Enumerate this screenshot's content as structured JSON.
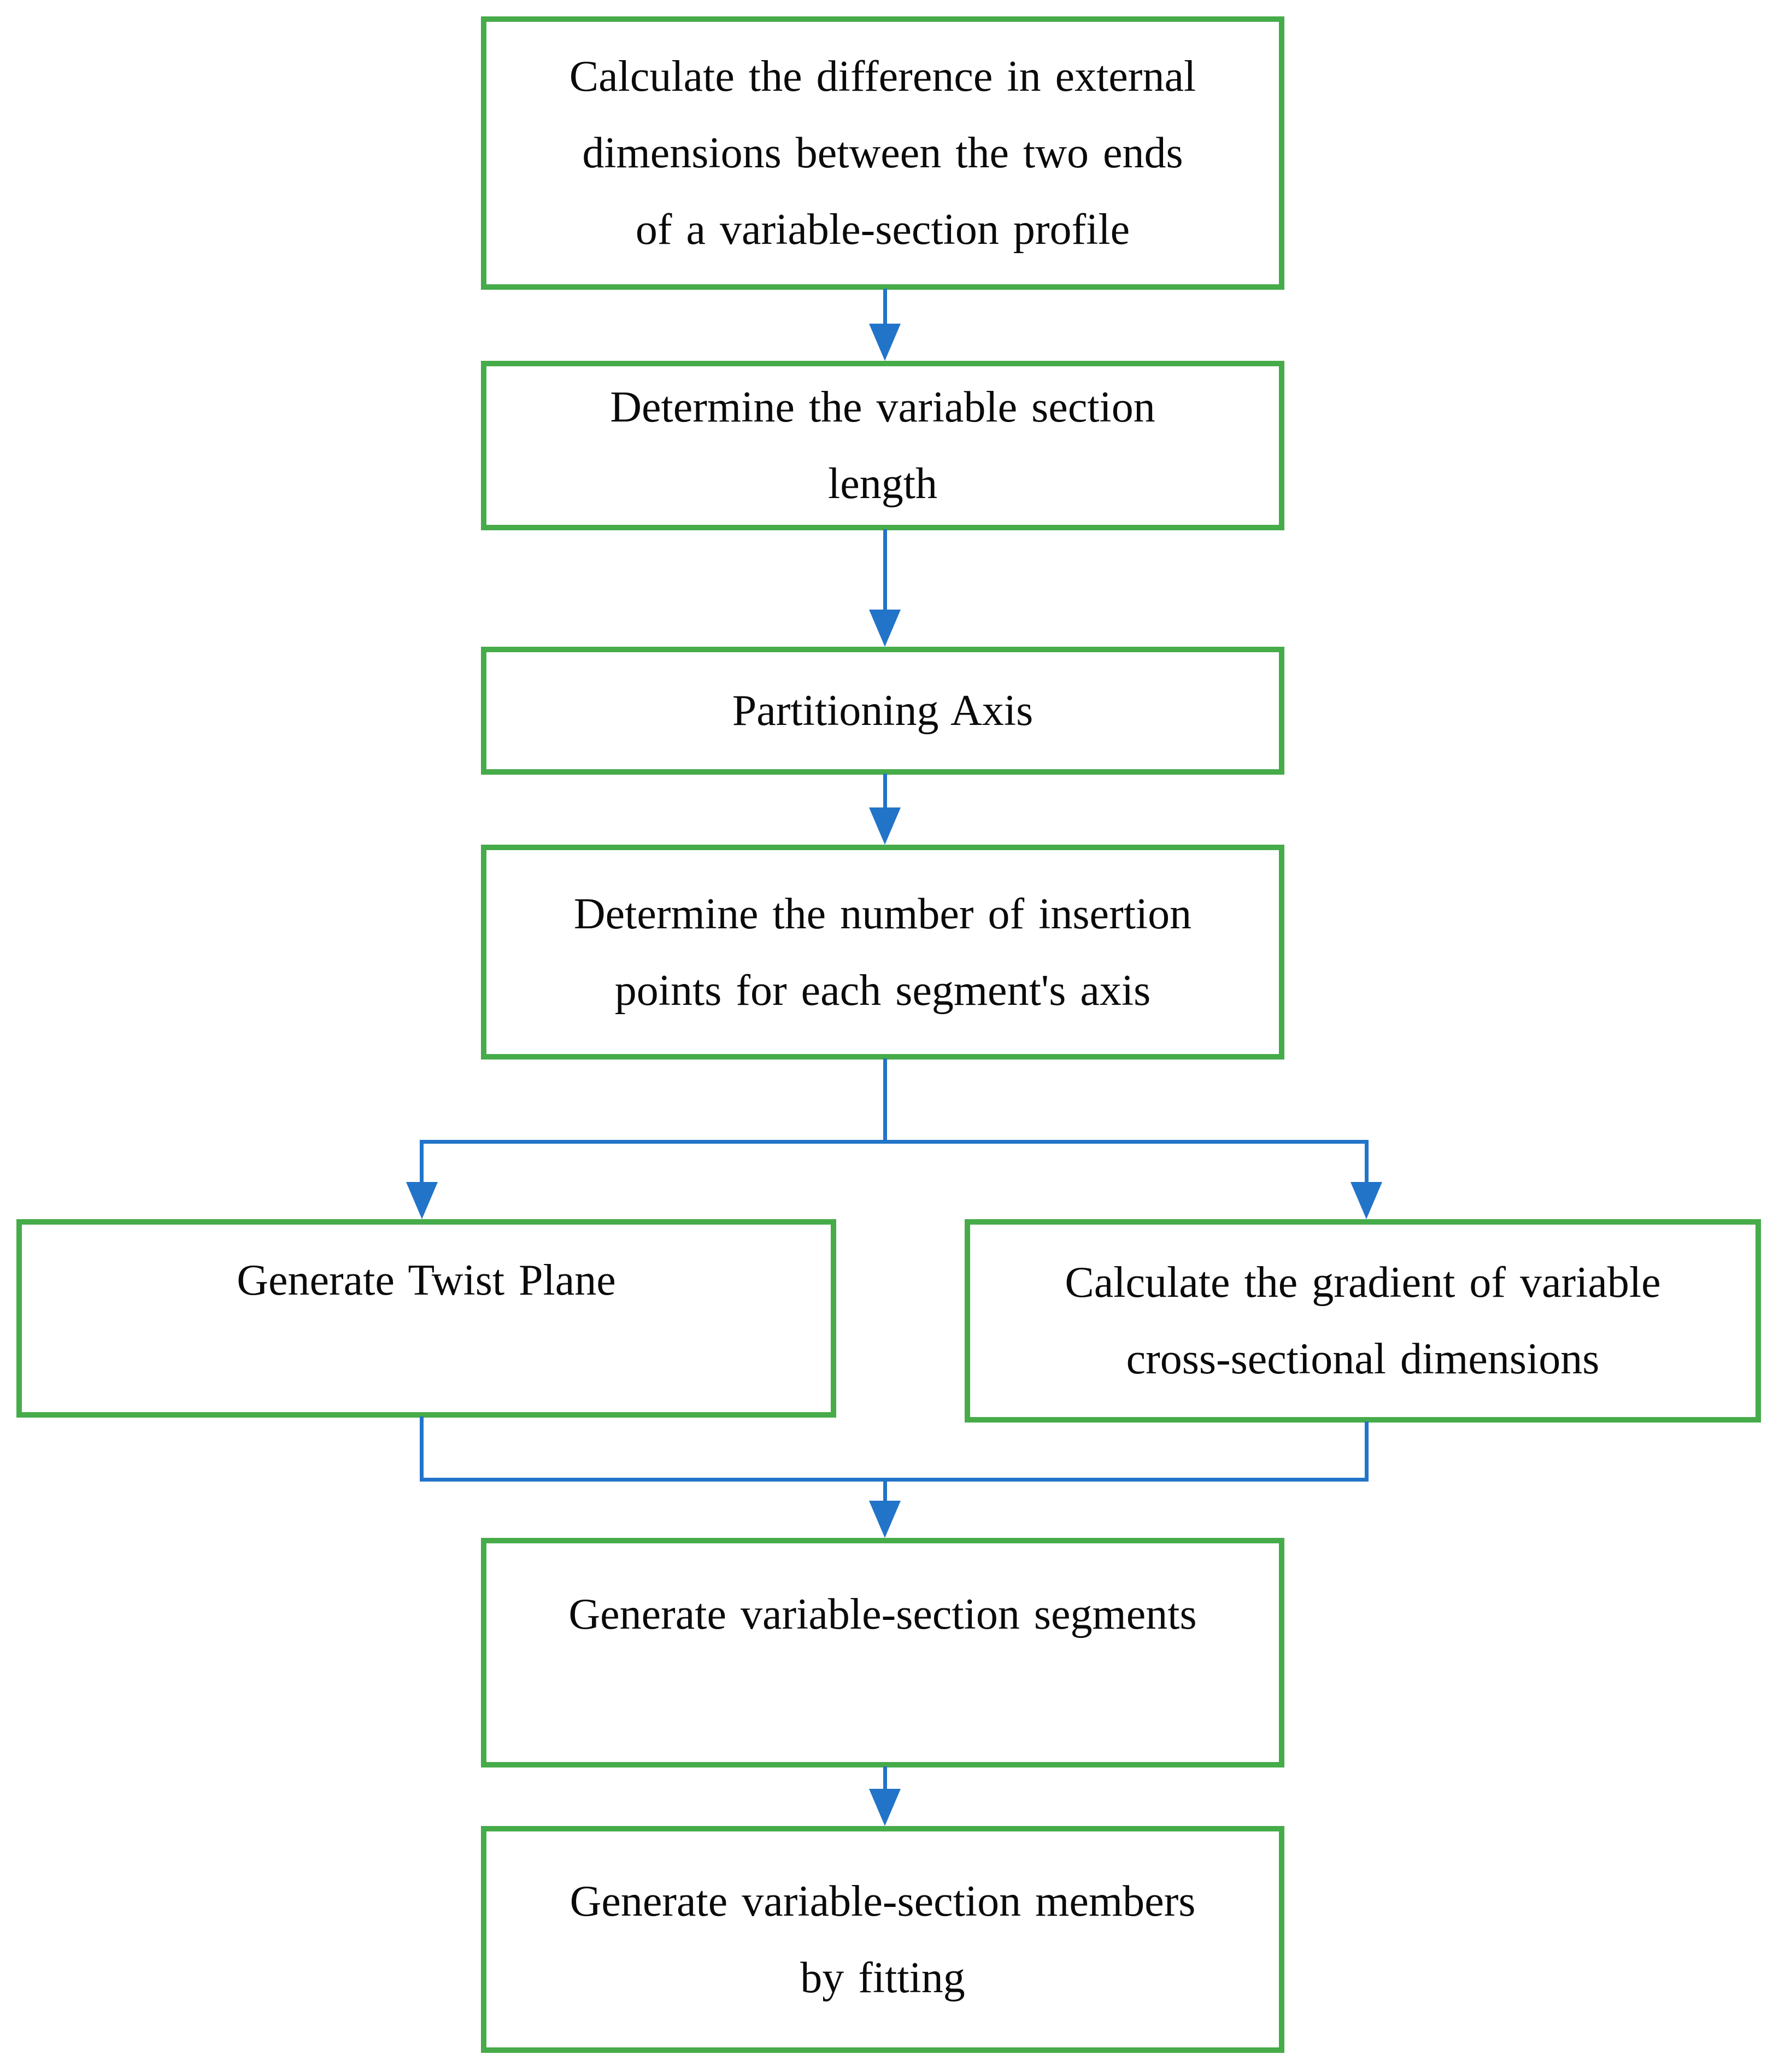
{
  "style": {
    "box_border_color": "#46ab49",
    "arrow_color": "#2274c8",
    "text_color": "#0a0a0a",
    "background_color": "#ffffff"
  },
  "diagram": {
    "type": "flowchart",
    "direction": "top-down"
  },
  "nodes": {
    "n1": {
      "label": "Calculate the difference in external dimensions between the two ends of a variable-section profile",
      "lines": [
        "Calculate the difference in external",
        "dimensions between the two ends",
        "of a variable-section profile"
      ]
    },
    "n2": {
      "label": "Determine the variable section length",
      "lines": [
        "Determine the variable section",
        "length"
      ]
    },
    "n3": {
      "label": "Partitioning Axis",
      "lines": [
        "Partitioning Axis"
      ]
    },
    "n4": {
      "label": "Determine the number of insertion points for each segment's axis",
      "lines": [
        "Determine the number of insertion",
        "points for each segment's axis"
      ]
    },
    "n5": {
      "label": "Generate Twist Plane",
      "lines": [
        "Generate Twist Plane",
        ""
      ]
    },
    "n6": {
      "label": "Calculate the gradient of variable cross-sectional dimensions",
      "lines": [
        "Calculate the gradient of variable",
        "cross-sectional dimensions"
      ]
    },
    "n7": {
      "label": "Generate variable-section segments",
      "lines": [
        "Generate variable-section segments",
        ""
      ]
    },
    "n8": {
      "label": "Generate variable-section members by fitting",
      "lines": [
        "Generate variable-section members",
        "by fitting"
      ]
    }
  },
  "edges": [
    {
      "from": "n1",
      "to": "n2"
    },
    {
      "from": "n2",
      "to": "n3"
    },
    {
      "from": "n3",
      "to": "n4"
    },
    {
      "from": "n4",
      "to": "n5"
    },
    {
      "from": "n4",
      "to": "n6"
    },
    {
      "from": "n5",
      "to": "n7"
    },
    {
      "from": "n6",
      "to": "n7"
    },
    {
      "from": "n7",
      "to": "n8"
    }
  ]
}
